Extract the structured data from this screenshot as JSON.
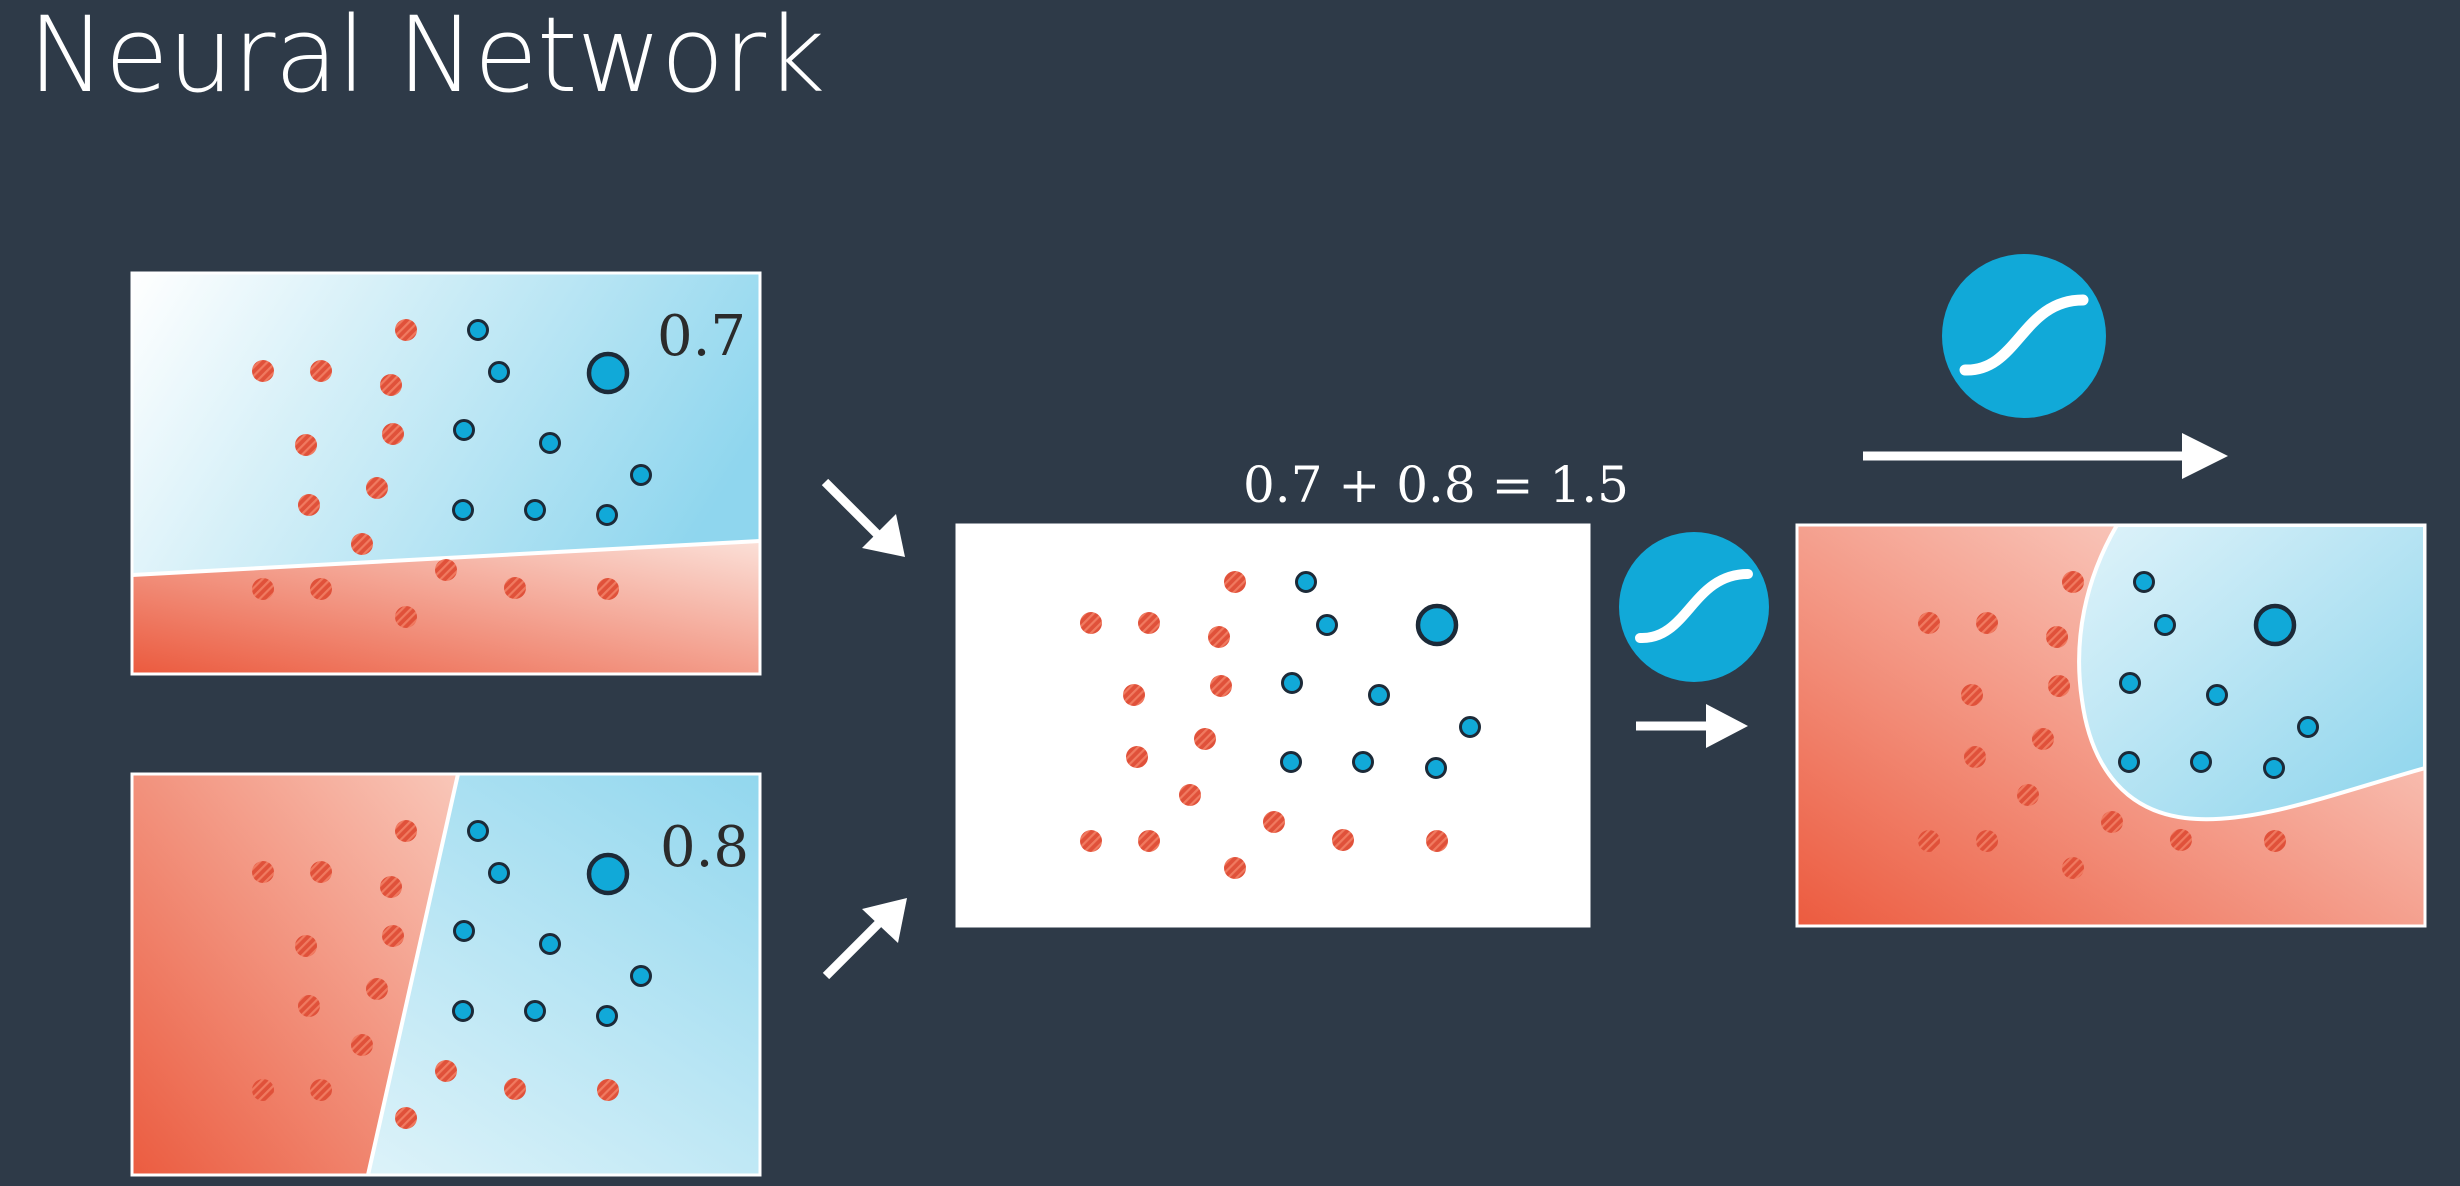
{
  "title": "Neural Network",
  "model_a": {
    "value": "0.7"
  },
  "model_b": {
    "value": "0.8"
  },
  "combination": {
    "equation": "0.7 + 0.8 = 1.5"
  },
  "colors": {
    "background": "#2e3a48",
    "red_point": "#e0513a",
    "blue_point": "#11a9d8",
    "red_region": "#ee6346",
    "blue_region": "#a6dff0",
    "sigmoid_badge": "#11a9d8",
    "panel_border": "#ffffff"
  },
  "icons": {
    "arrow_in_top": "arrow-down-right-icon",
    "arrow_in_bottom": "arrow-up-right-icon",
    "arrow_right": "arrow-right-icon",
    "activation": "sigmoid-icon"
  }
}
